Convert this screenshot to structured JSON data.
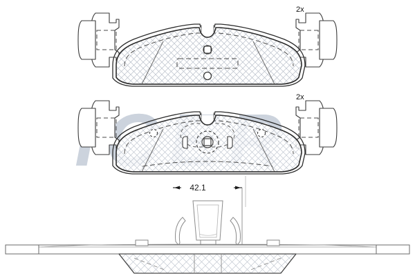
{
  "drawing": {
    "title": "Brake pad set technical drawing",
    "background_color": "#ffffff",
    "line_color": "#3a3a3a",
    "hatch_color": "#b9bfca",
    "watermark": {
      "text": "ICER",
      "color": "#ccd3dd",
      "style": "bold-italic"
    }
  },
  "views": {
    "top_pad": {
      "name": "upper-brake-pad-front-view",
      "quantity_label": "2x",
      "accessory_name": "retaining-clip"
    },
    "bottom_pad": {
      "name": "lower-brake-pad-front-view",
      "quantity_label": "2x",
      "accessory_name": "retaining-clip"
    },
    "section_view": {
      "name": "brake-pad-side-section-view",
      "wear_sensor_label": ""
    }
  },
  "dimensions": {
    "thickness": {
      "value": "42.1",
      "unit": "",
      "label": "42.1"
    }
  },
  "labels": {
    "qty_top": "2x",
    "qty_bottom": "2x",
    "dimension_height": "42.1"
  }
}
